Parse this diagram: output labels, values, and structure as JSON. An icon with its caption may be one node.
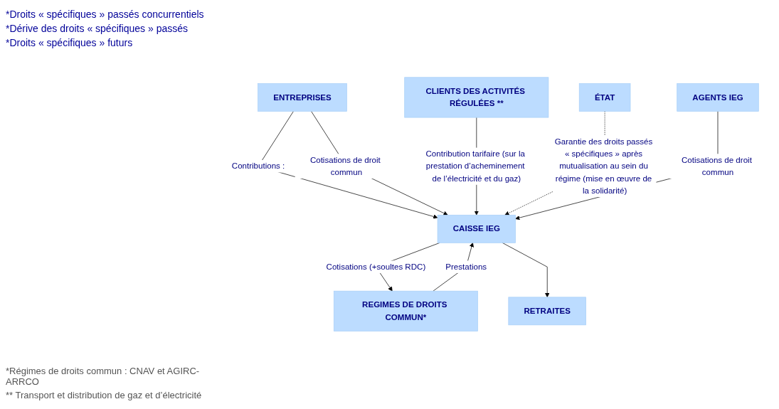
{
  "diagram": {
    "nodes": [
      {
        "text": [
          "ENTREPRISES"
        ]
      },
      {
        "text": [
          "CLIENTS DES ACTIVITÉS RÉGULÉES **"
        ]
      },
      {
        "text": [
          "REGIMES DE DROITS COMMUN*"
        ]
      },
      {
        "text": [
          "CAISSE IEG"
        ]
      },
      {
        "text": [
          "ÉTAT"
        ]
      },
      {
        "text": [
          "RETRAITES"
        ]
      },
      {
        "text": [
          "AGENTS IEG"
        ]
      }
    ],
    "edges": [
      {
        "from": 0,
        "to": 3,
        "arrow": "to",
        "label": "Contributions :"
      },
      {
        "from": 0,
        "to": 3,
        "arrow": "to",
        "label": "Cotisations de droit commun"
      },
      {
        "from": 1,
        "to": 3,
        "arrow": "to",
        "label": "Contribution tarifaire (sur la prestation d’acheminement de l’électricité et du gaz)"
      },
      {
        "from": 2,
        "to": 3,
        "arrow": "to",
        "label": "Prestations"
      },
      {
        "from": 3,
        "to": 2,
        "arrow": "to",
        "label": "Cotisations (+soultes RDC)"
      },
      {
        "from": 4,
        "to": 3,
        "arrow": "to",
        "style": "dashed",
        "label": "Garantie des droits passés « spécifiques » après mutualisation au sein du régime (mise en œuvre de la solidarité)"
      },
      {
        "from": 3,
        "to": 5,
        "arrow": "to"
      },
      {
        "from": 6,
        "to": 3,
        "arrow": "to",
        "label": "Cotisations de droit commun"
      }
    ],
    "labels": [
      "*Droits « spécifiques » passés concurrentiels",
      "*Dérive des droits « spécifiques » passés",
      "*Droits « spécifiques » futurs",
      "*Régimes de droits commun : CNAV et AGIRC-ARRCO",
      "** Transport et distribution de gaz et d’électricité"
    ]
  }
}
